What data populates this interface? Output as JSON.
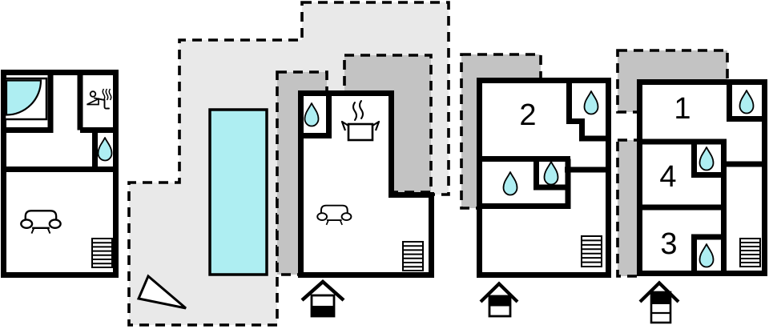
{
  "units": [
    {
      "number": "1"
    },
    {
      "number": "2"
    },
    {
      "number": "3"
    },
    {
      "number": "4"
    }
  ],
  "colors": {
    "water": "#aeeef2",
    "terrace_light": "#e9e9e9",
    "terrace_dark": "#c3c3c3",
    "wall": "#000000",
    "paper": "#ffffff"
  },
  "floor_indicators": [
    {
      "building": "pool-house",
      "levels": 2,
      "highlighted": "lower"
    },
    {
      "building": "unit-2-house",
      "levels": 2,
      "highlighted": "upper"
    },
    {
      "building": "units-1-3-4-house",
      "levels": 3,
      "highlighted": "upper"
    }
  ],
  "icons": {
    "water_drop": "water-drop",
    "sofa": "sofa",
    "sauna": "sauna",
    "cooking_pot": "kitchen-pot",
    "stairs": "stairs",
    "pool": "swimming-pool",
    "shower": "shower-quarter",
    "house": "floor-level-house",
    "triangle": "triangle-marker"
  }
}
